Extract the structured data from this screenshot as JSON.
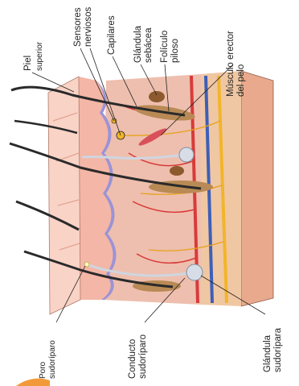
{
  "diagram": {
    "colors": {
      "epidermis": "#f4b6a6",
      "epidermis_light": "#f9d3c6",
      "dermis": "#eebfae",
      "basal_layer": "#9b93d6",
      "hypodermis": "#f0c7a3",
      "artery": "#d83a3a",
      "vein": "#3d5fb8",
      "nerve": "#f2b52a",
      "hair": "#2a2a2a",
      "follicle": "#b98a55",
      "gland": "#8c5a2e",
      "sweat_gland": "#d7dde6"
    },
    "labels": {
      "piel": "Piel",
      "superior": "superior",
      "sensores_1": "Sensores",
      "sensores_2": "nerviosos",
      "capilares": "Capilares",
      "glandula_sebacea_1": "Glándula",
      "glandula_sebacea_2": "sebácea",
      "foliculo_1": "Folículo",
      "foliculo_2": "piloso",
      "musculo_1": "Músculo erector",
      "musculo_2": "del pelo",
      "poro_1": "Poro",
      "poro_2": "sudoríparo",
      "conducto_1": "Conducto",
      "conducto_2": "sudoríparo",
      "glandula_sudoripara_1": "Glándula",
      "glandula_sudoripara_2": "sudorípara"
    }
  }
}
